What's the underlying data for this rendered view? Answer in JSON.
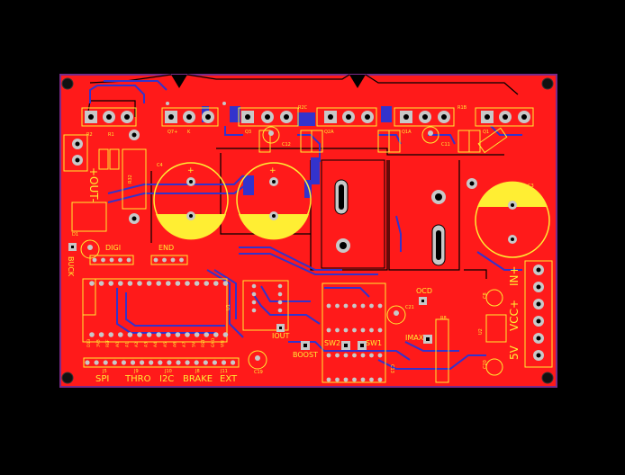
{
  "colors": {
    "background": "#000000",
    "copper": "#ff1a1a",
    "copper_dark": "#e01010",
    "bottom_trace": "#3333cc",
    "silk": "#ffee33",
    "pad": "#c8c8c8",
    "drill": "#000000",
    "outline": "#7a2a8a"
  },
  "labels": {
    "q7": "Q7+",
    "k": "K",
    "q3": "Q3",
    "r2c": "R2C",
    "q2a": "Q2A",
    "q1a": "Q1A",
    "r1b": "R1B",
    "q1": "Q1",
    "c4": "C4",
    "c3": "C3",
    "c12": "C12",
    "c11": "C11",
    "r32": "R32",
    "r1": "R1",
    "r2": "R2",
    "out_plus": "+OUT-",
    "in_plus": "IN+",
    "vcc_plus": "VCC+",
    "five_v": "5V",
    "digi": "DIGI",
    "end": "END",
    "buck": "BUCK",
    "d1": "D1",
    "u1": "U1",
    "u2": "U2",
    "c8": "C8",
    "c20": "C20",
    "c19": "C19",
    "c21": "C21",
    "occ": "OCD",
    "imax": "IMAX",
    "iout": "IOUT",
    "boost": "BOOST",
    "sw1": "SW1",
    "sw2": "SW2",
    "r8": "R8",
    "c13": "C13",
    "spi": "SPI",
    "thro": "THRO",
    "i2c": "I2C",
    "brake": "BRAKE",
    "ext": "EXT",
    "j5": "J5",
    "j9": "J9",
    "j10": "J10",
    "j8": "J8",
    "j11": "J11",
    "vref": "VREF",
    "cap_plus": "+"
  },
  "header_labels": [
    "D13",
    "3V3",
    "REF",
    "A0",
    "A1",
    "A2",
    "A3",
    "A4",
    "A5",
    "A6",
    "A7",
    "5V",
    "RST",
    "GND",
    "VIN"
  ]
}
